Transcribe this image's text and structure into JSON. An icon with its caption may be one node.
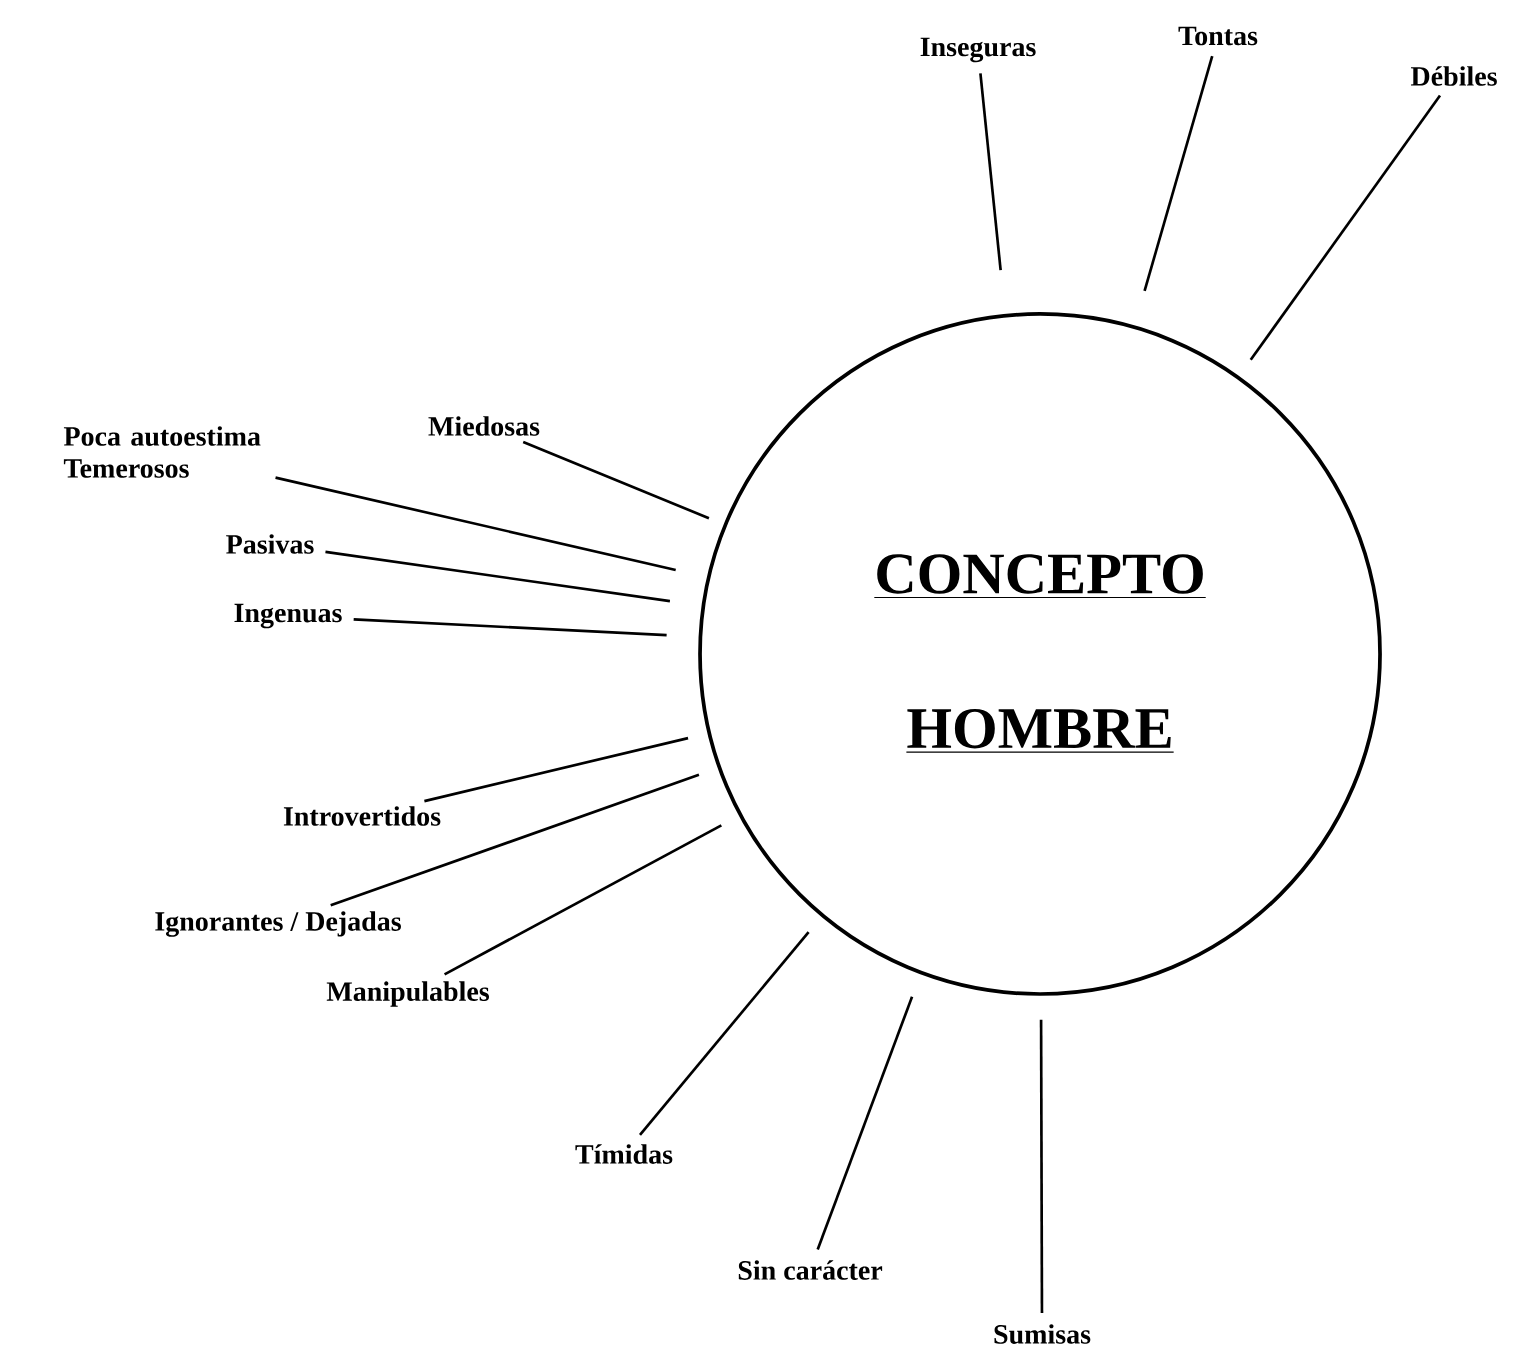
{
  "diagram": {
    "nodes": [
      {
        "text": [
          "CONCEPTO",
          "HOMBRE"
        ]
      },
      {
        "text": [
          "Inseguras"
        ]
      },
      {
        "text": [
          "Tontas"
        ]
      },
      {
        "text": [
          "Débiles"
        ]
      },
      {
        "text": [
          "Miedosas"
        ]
      },
      {
        "text": [
          "Poca autoestima Temerosos"
        ]
      },
      {
        "text": [
          "Pasivas"
        ]
      },
      {
        "text": [
          "Ingenuas"
        ]
      },
      {
        "text": [
          "Introvertidos"
        ]
      },
      {
        "text": [
          "Ignorantes / Dejadas"
        ]
      },
      {
        "text": [
          "Manipulables"
        ]
      },
      {
        "text": [
          "Tímidas"
        ]
      },
      {
        "text": [
          "Sin carácter"
        ]
      },
      {
        "text": [
          "Sumisas"
        ]
      }
    ],
    "edges": [
      {
        "from": 1,
        "to": 0,
        "arrow": "none"
      },
      {
        "from": 2,
        "to": 0,
        "arrow": "none"
      },
      {
        "from": 3,
        "to": 0,
        "arrow": "none"
      },
      {
        "from": 4,
        "to": 0,
        "arrow": "none"
      },
      {
        "from": 5,
        "to": 0,
        "arrow": "none"
      },
      {
        "from": 6,
        "to": 0,
        "arrow": "none"
      },
      {
        "from": 7,
        "to": 0,
        "arrow": "none"
      },
      {
        "from": 8,
        "to": 0,
        "arrow": "none"
      },
      {
        "from": 9,
        "to": 0,
        "arrow": "none"
      },
      {
        "from": 10,
        "to": 0,
        "arrow": "none"
      },
      {
        "from": 11,
        "to": 0,
        "arrow": "none"
      },
      {
        "from": 12,
        "to": 0,
        "arrow": "none"
      },
      {
        "from": 13,
        "to": 0,
        "arrow": "none"
      }
    ]
  }
}
